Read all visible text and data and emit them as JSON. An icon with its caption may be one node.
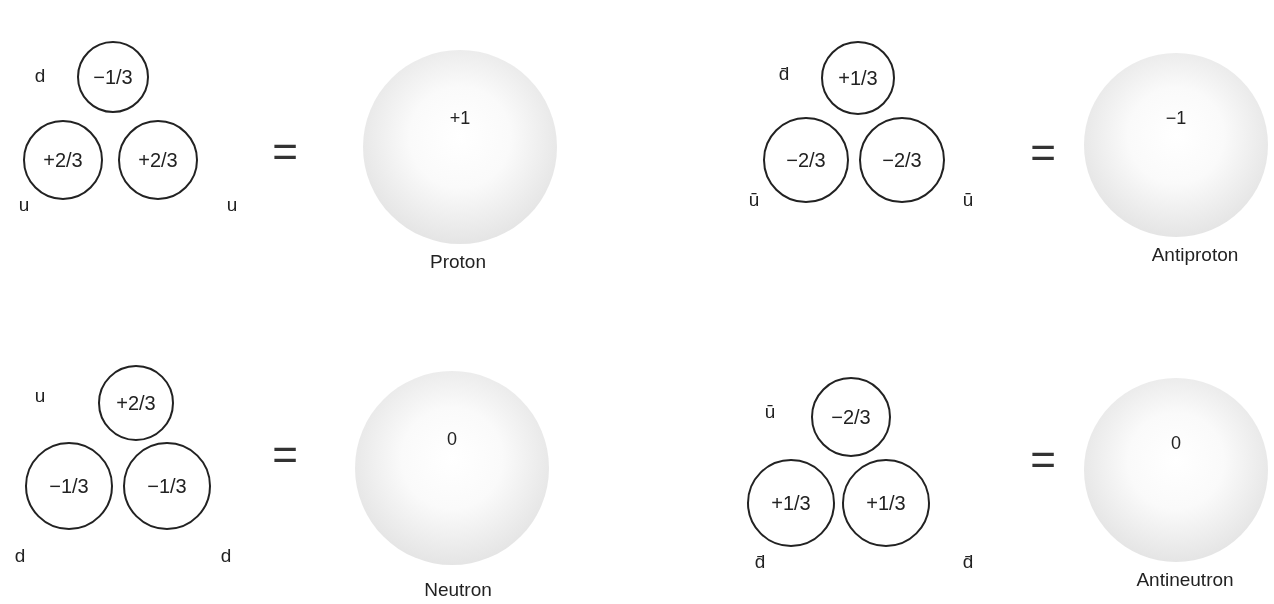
{
  "diagram": {
    "nodes": [
      {
        "text": [
          "−1/3"
        ],
        "beside": [
          "d"
        ]
      },
      {
        "text": [
          "+2/3"
        ],
        "beside": [
          "u"
        ]
      },
      {
        "text": [
          "+2/3"
        ],
        "beside": [
          "u"
        ]
      },
      {
        "text": [
          "+1"
        ],
        "beside": [
          "Proton"
        ]
      },
      {
        "text": [
          "+1/3"
        ],
        "beside": [
          "d̄"
        ]
      },
      {
        "text": [
          "−2/3"
        ],
        "beside": [
          "ū"
        ]
      },
      {
        "text": [
          "−2/3"
        ],
        "beside": [
          "ū"
        ]
      },
      {
        "text": [
          "−1"
        ],
        "beside": [
          "Antiproton"
        ]
      },
      {
        "text": [
          "+2/3"
        ],
        "beside": [
          "u"
        ]
      },
      {
        "text": [
          "−1/3"
        ],
        "beside": [
          "d"
        ]
      },
      {
        "text": [
          "−1/3"
        ],
        "beside": [
          "d"
        ]
      },
      {
        "text": [
          "0"
        ],
        "beside": [
          "Neutron"
        ]
      },
      {
        "text": [
          "−2/3"
        ],
        "beside": [
          "ū"
        ]
      },
      {
        "text": [
          "+1/3"
        ],
        "beside": [
          "d̄"
        ]
      },
      {
        "text": [
          "+1/3"
        ],
        "beside": [
          "d̄"
        ]
      },
      {
        "text": [
          "0"
        ],
        "beside": [
          "Antineutron"
        ]
      }
    ],
    "edges": [],
    "labels": [
      "=",
      "=",
      "=",
      "="
    ]
  }
}
